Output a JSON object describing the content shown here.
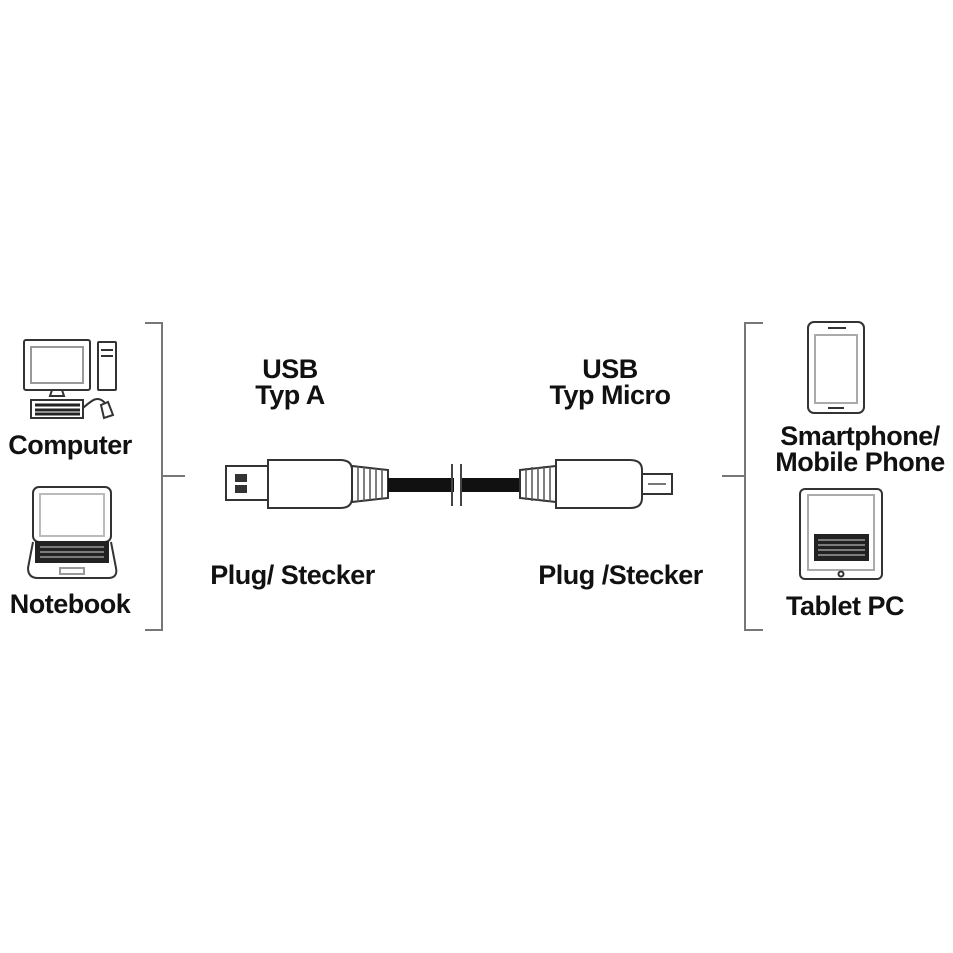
{
  "left_devices": [
    {
      "label": "Computer",
      "icon": "desktop-computer-icon"
    },
    {
      "label": "Notebook",
      "icon": "notebook-icon"
    }
  ],
  "right_devices": [
    {
      "label_line1": "Smartphone/",
      "label_line2": "Mobile Phone",
      "icon": "smartphone-icon"
    },
    {
      "label": "Tablet PC",
      "icon": "tablet-icon"
    }
  ],
  "connector_a": {
    "title_line1": "USB",
    "title_line2": "Typ A",
    "caption": "Plug/ Stecker"
  },
  "connector_b": {
    "title_line1": "USB",
    "title_line2": "Typ Micro",
    "caption": "Plug /Stecker"
  }
}
